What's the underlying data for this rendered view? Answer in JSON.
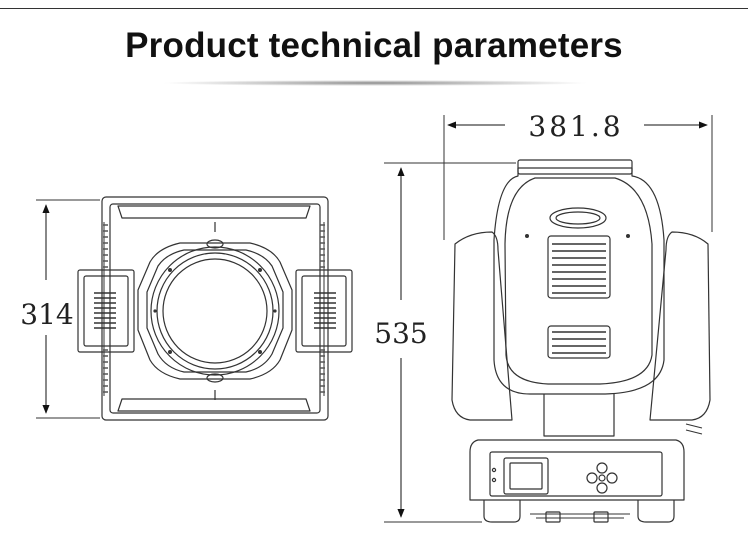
{
  "header": {
    "title": "Product technical parameters"
  },
  "dimensions": {
    "front_height": "314",
    "side_height": "535",
    "side_width": "381.8"
  }
}
